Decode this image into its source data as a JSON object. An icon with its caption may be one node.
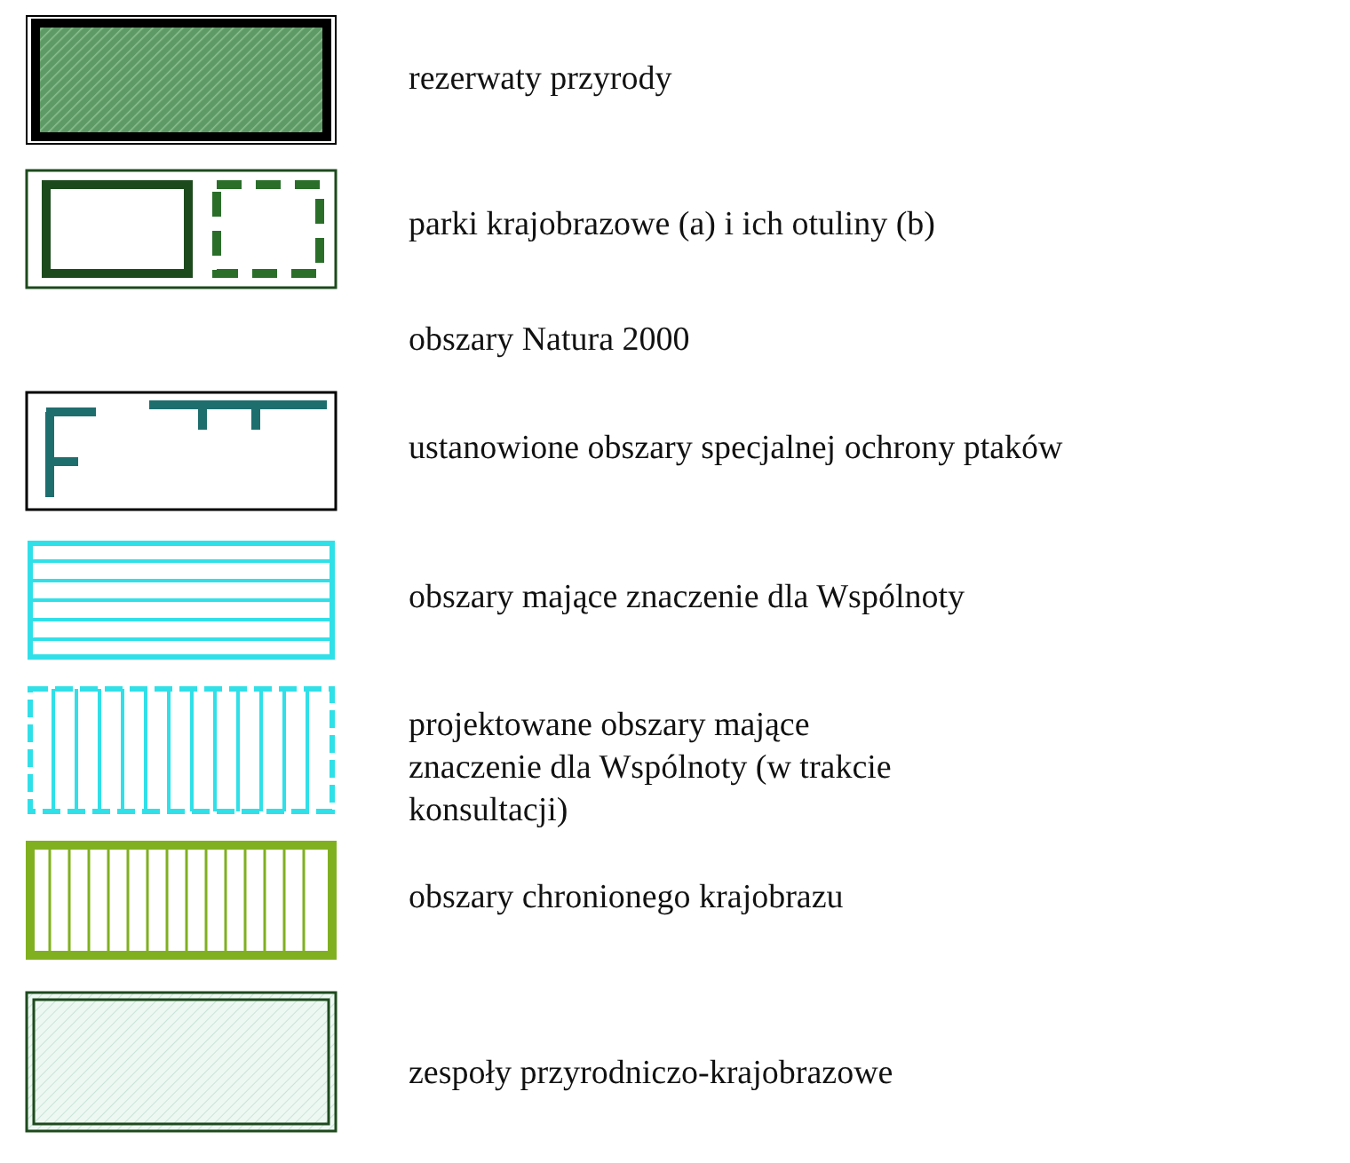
{
  "diagram": {
    "legend": [
      {
        "text": "rezerwaty przyrody"
      },
      {
        "text": "parki krajobrazowe (a) i ich otuliny (b)"
      },
      {
        "text": "ustanowione obszary specjalnej ochrony ptaków"
      },
      {
        "text": "obszary mające znaczenie dla Wspólnoty"
      },
      {
        "text": "projektowane obszary mające znaczenie dla Wspólnoty (w trakcie konsultacji)"
      },
      {
        "text": "obszary chronionego krajobrazu"
      },
      {
        "text": "zespoły przyrodniczo-krajobrazowe"
      }
    ],
    "labels": [
      "obszary Natura 2000"
    ]
  }
}
